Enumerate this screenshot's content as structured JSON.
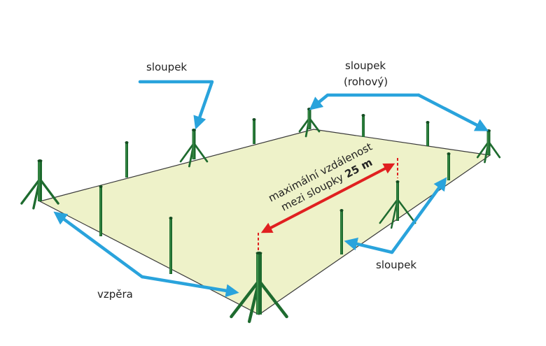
{
  "labels": {
    "post_top": "sloupek",
    "corner_post_line1": "sloupek",
    "corner_post_line2": "(rohový)",
    "post_right": "sloupek",
    "brace": "vzpěra"
  },
  "dimension": {
    "line1": "maximální vzdálenost",
    "line2_prefix": "mezi sloupky ",
    "line2_value": "25 m"
  },
  "colors": {
    "ground": "#eef2c9",
    "post": "#1e6b2f",
    "post_highlight": "#3a8d48",
    "arrow_blue": "#29a3dc",
    "arrow_red": "#e02020",
    "outline": "#3a3a3a"
  }
}
